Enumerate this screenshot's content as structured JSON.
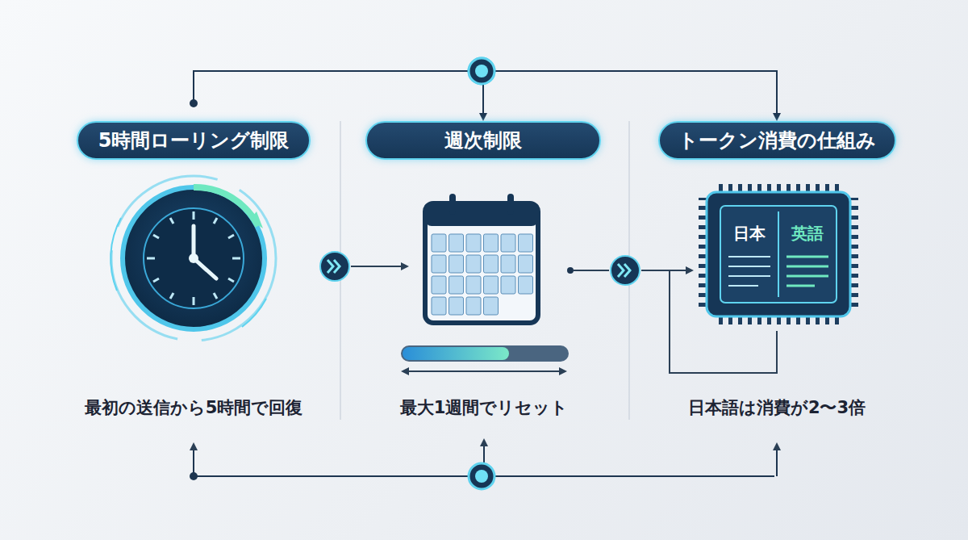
{
  "diagram": {
    "nodes": [
      {
        "text": [
          "5時間ローリング制限"
        ]
      },
      {
        "text": [
          "週次制限"
        ]
      },
      {
        "text": [
          "トークン消費の仕組み"
        ]
      }
    ],
    "edges": [
      {
        "from": 0,
        "to": 1,
        "arrow": "to"
      },
      {
        "from": 0,
        "to": 2,
        "arrow": "to"
      }
    ],
    "labels": [
      "最初の送信から5時間で回復",
      "最大1週間でリセット",
      "日本語は消費が2〜3倍",
      "日本",
      "英語"
    ]
  }
}
